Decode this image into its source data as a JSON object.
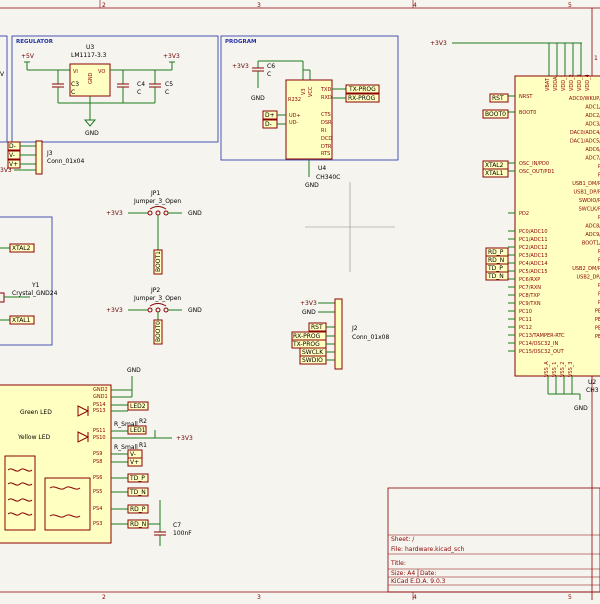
{
  "border": {
    "cols": [
      "2",
      "3",
      "4",
      "5"
    ],
    "rows": [
      "1"
    ]
  },
  "blocks": {
    "regulator": "REGULATOR",
    "program": "PROGRAM"
  },
  "regulator": {
    "u3_ref": "U3",
    "u3_value": "LM1117-3.3",
    "vi": "VI",
    "vo": "VO",
    "gnd_pin": "GND",
    "p5v": "+5V",
    "p3v3": "+3V3",
    "c3": "C3",
    "c4": "C4",
    "c5": "C5",
    "c": "C",
    "gnd": "GND"
  },
  "program": {
    "c6": "C6",
    "c": "C",
    "p3v3": "+3V3",
    "gnd": "GND",
    "v3": "V3",
    "vcc": "VCC",
    "r232": "R232",
    "txd": "TXD",
    "rxd": "RXD",
    "udp": "UD+",
    "udm": "UD-",
    "cts": "CTS",
    "dsr": "DSR",
    "ri": "RI",
    "dcd": "DCD",
    "dtr": "DTR",
    "rts": "RTS",
    "u4_ref": "U4",
    "u4_value": "CH340C",
    "gnd2": "GND",
    "dp": "D+",
    "dm": "D-",
    "tx_prog": "TX-PROG",
    "rx_prog": "RX-PROG"
  },
  "j3": {
    "ref": "J3",
    "value": "Conn_01x04",
    "nets": [
      "D-",
      "V-",
      "V+",
      "3V3"
    ]
  },
  "jp1": {
    "ref": "JP1",
    "value": "Jumper_3_Open",
    "left": "+3V3",
    "right": "GND",
    "net": "BOOT1"
  },
  "jp2": {
    "ref": "JP2",
    "value": "Jumper_3_Open",
    "left": "+3V3",
    "right": "GND",
    "net": "BOOT0"
  },
  "crystal": {
    "ref": "Y1",
    "value": "Crystal_GND24",
    "xtal2": "XTAL2",
    "xtal1": "XTAL1"
  },
  "j2": {
    "ref": "J2",
    "value": "Conn_01x08",
    "p3v3": "+3V3",
    "gnd": "GND",
    "nets": [
      "RST",
      "RX-PROG",
      "TX-PROG",
      "SWCLK",
      "SWDIO"
    ]
  },
  "mcu": {
    "p3v3": "+3V3",
    "ref": "U2",
    "value": "CH3",
    "left_nets": [
      "RST",
      "BOOT0",
      "XTAL2",
      "XTAL1",
      "RD_P",
      "RD_N",
      "TD_P",
      "TD_N"
    ],
    "left_pins": [
      "NRST",
      "BOOT0",
      "OSC_IN/PD0",
      "OSC_OUT/PD1",
      "PD2",
      "PC0/ADC10",
      "PC1/ADC11",
      "PC2/ADC12",
      "PC3/ADC13",
      "PC4/ADC14",
      "PC5/ADC15",
      "PC6/RXP",
      "PC7/RXN",
      "PC8/TXP",
      "PC9/TXN",
      "PC10",
      "PC11",
      "PC12",
      "PC13/TAMPER-RTC",
      "PC14/OSC32_IN",
      "PC15/OSC32_OUT"
    ],
    "right_pins": [
      "ADC0/WKUP/",
      "ADC1/",
      "ADC2/",
      "ADC3/",
      "DAC0/ADC4/",
      "DAC1/ADC5/",
      "ADC6/",
      "ADC7/",
      "P",
      "P",
      "USB1_DM/P",
      "USB1_DP/P",
      "SWDIO/P",
      "SWCLK/P",
      "P",
      "ADC8/",
      "ADC9/",
      "BOOT1/",
      "P",
      "P",
      "USB2_DM/P",
      "USB2_DP/",
      "P",
      "P",
      "P",
      "PE",
      "PE",
      "PE",
      "PE"
    ],
    "top_pins": [
      "VBAT",
      "VDDA",
      "VDD_1",
      "VDD_2",
      "VDD_3",
      "VDD_4"
    ],
    "bottom_pins": [
      "VSS_A",
      "VSS_1",
      "VSS_2",
      "VSS_3"
    ],
    "gnd": "GND"
  },
  "ethernet": {
    "left_pins": [
      "GND2",
      "GND1",
      "PS14",
      "PS13",
      "PS11",
      "PS10",
      "PS9",
      "PS8",
      "PS6",
      "PS5",
      "PS4",
      "PS3"
    ],
    "green": "Green LED",
    "yellow": "Yellow LED",
    "led2": "LED2",
    "led1": "LED1",
    "r2": "R2",
    "r2_value": "R_Small",
    "r1": "R1",
    "r1_value": "R_Small",
    "p3v3": "+3V3",
    "v_minus": "V-",
    "v_plus": "V+",
    "td_p": "TD_P",
    "td_n": "TD_N",
    "rd_p": "RD_P",
    "rd_n": "RD_N",
    "gnd": "GND",
    "c7": "C7",
    "c7_value": "100nF"
  },
  "title_block": {
    "sheet": "Sheet: /",
    "file": "File: hardware.kicad_sch",
    "title": "Title:",
    "size_label": "Size: A4",
    "date": "Date:",
    "kicad": "KiCad E.D.A. 9.0.3"
  }
}
